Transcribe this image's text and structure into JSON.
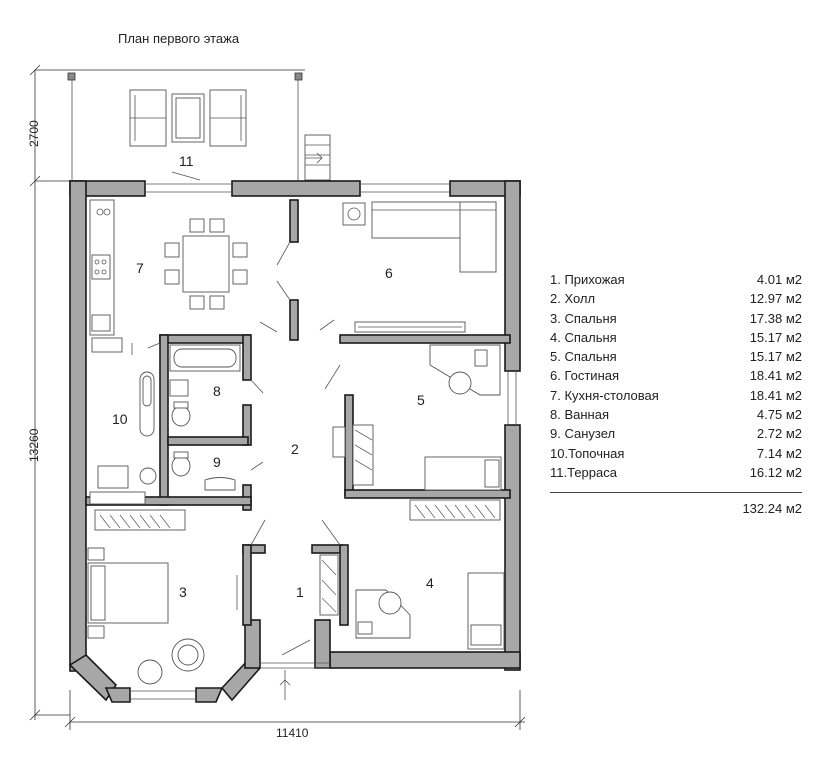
{
  "title": "План первого этажа",
  "dimensions": {
    "top_depth": "2700",
    "height": "13260",
    "width": "11410"
  },
  "room_numbers": [
    "1",
    "2",
    "3",
    "4",
    "5",
    "6",
    "7",
    "8",
    "9",
    "10",
    "11"
  ],
  "legend": [
    {
      "name": "1.  Прихожая",
      "area": "4.01 м2"
    },
    {
      "name": "2.  Холл",
      "area": "12.97 м2"
    },
    {
      "name": "3.  Спальня",
      "area": "17.38 м2"
    },
    {
      "name": "4.  Спальня",
      "area": "15.17 м2"
    },
    {
      "name": "5.  Спальня",
      "area": "15.17 м2"
    },
    {
      "name": "6.  Гостиная",
      "area": "18.41 м2"
    },
    {
      "name": "7.  Кухня-столовая",
      "area": "18.41 м2"
    },
    {
      "name": "8.  Ванная",
      "area": "4.75 м2"
    },
    {
      "name": "9.  Санузел",
      "area": "2.72 м2"
    },
    {
      "name": "10.Топочная",
      "area": "7.14 м2"
    },
    {
      "name": "11.Терраса",
      "area": "16.12 м2"
    }
  ],
  "total_area": "132.24 м2"
}
